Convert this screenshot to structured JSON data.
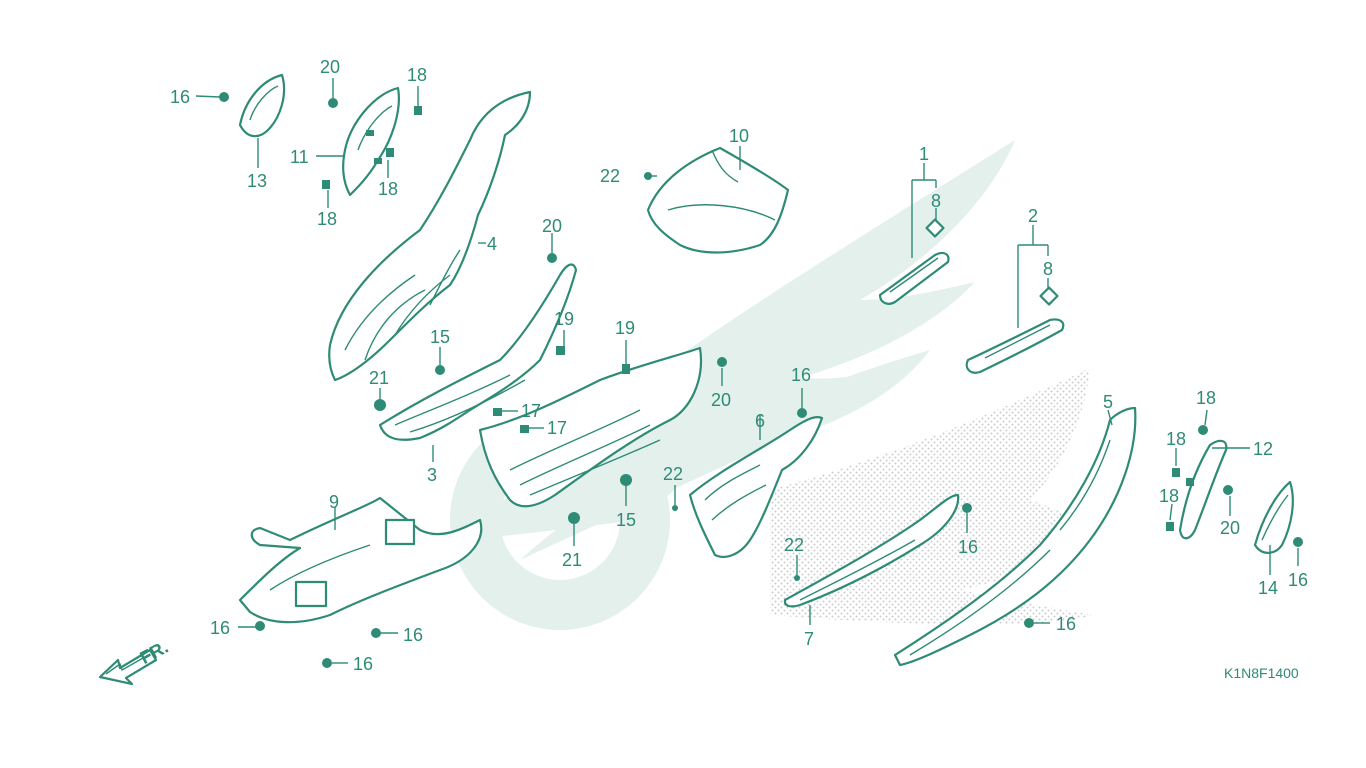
{
  "diagram": {
    "code": "K1N8F1400",
    "direction_label": "FR.",
    "colors": {
      "line": "#2e8b76",
      "watermark": "#e4f0ec",
      "dots": "#c9ccc9"
    },
    "callouts": {
      "c1": "1",
      "c2": "2",
      "c3": "3",
      "c4": "4",
      "c5": "5",
      "c6": "6",
      "c7": "7",
      "c8a": "8",
      "c8b": "8",
      "c9": "9",
      "c10": "10",
      "c11": "11",
      "c12": "12",
      "c13": "13",
      "c14": "14",
      "c15a": "15",
      "c15b": "15",
      "c16a": "16",
      "c16b": "16",
      "c16c": "16",
      "c16d": "16",
      "c16e": "16",
      "c16f": "16",
      "c16g": "16",
      "c16h": "16",
      "c17a": "17",
      "c17b": "17",
      "c18a": "18",
      "c18b": "18",
      "c18c": "18",
      "c18d": "18",
      "c18e": "18",
      "c18f": "18",
      "c19a": "19",
      "c19b": "19",
      "c20a": "20",
      "c20b": "20",
      "c20c": "20",
      "c20d": "20",
      "c21a": "21",
      "c21b": "21",
      "c22a": "22",
      "c22b": "22",
      "c22c": "22"
    }
  }
}
